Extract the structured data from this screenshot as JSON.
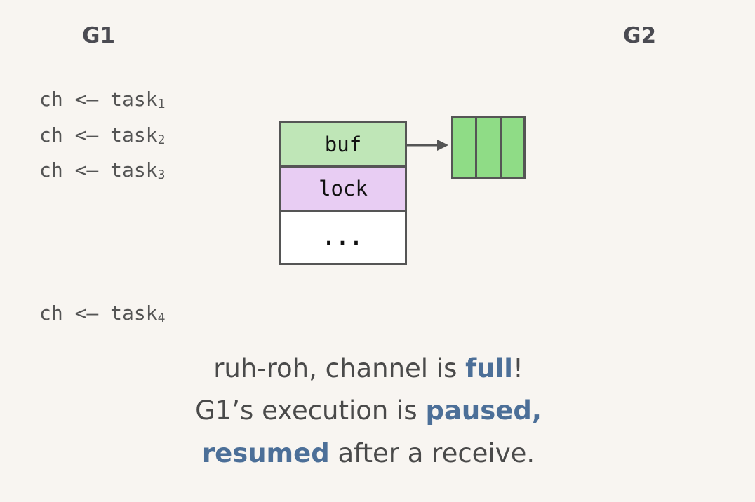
{
  "headings": {
    "g1": "G1",
    "g2": "G2"
  },
  "code": {
    "prefix": "ch <– task",
    "lines": [
      {
        "sub": "1"
      },
      {
        "sub": "2"
      },
      {
        "sub": "3"
      },
      {
        "sub": "4"
      }
    ]
  },
  "hchan": {
    "fields": [
      "buf",
      "lock",
      "..."
    ],
    "colors": {
      "buf": "#bfe6b7",
      "lock": "#e8cdf3",
      "rest": "#ffffff"
    }
  },
  "buffer": {
    "slots": 3,
    "slot_color": "#8fdc86"
  },
  "caption": {
    "line1_a": "ruh-roh, channel is ",
    "line1_hl": "full",
    "line1_b": "!",
    "line2_a": "G1’s execution is ",
    "line2_hl": "paused,",
    "line3_hl": "resumed",
    "line3_b": " after a receive.",
    "highlight_color": "#4c6f98"
  }
}
